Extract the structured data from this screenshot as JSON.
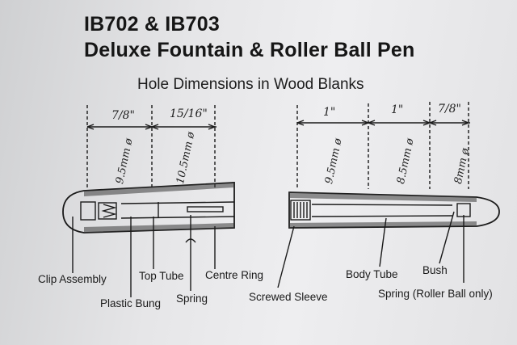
{
  "header": {
    "title_line1": "IB702 & IB703",
    "title_line2": "Deluxe Fountain & Roller Ball Pen",
    "subtitle": "Hole Dimensions in Wood Blanks"
  },
  "left_pen": {
    "dims": [
      "7/8\"",
      "15/16\""
    ],
    "holes": [
      "9.5mm ø",
      "10.5mm ø"
    ],
    "parts": {
      "clip_assembly": "Clip Assembly",
      "plastic_bung": "Plastic Bung",
      "top_tube": "Top Tube",
      "spring": "Spring",
      "centre_ring": "Centre Ring"
    }
  },
  "right_pen": {
    "dims": [
      "1\"",
      "1\"",
      "7/8\""
    ],
    "holes": [
      "9.5mm ø",
      "8.5mm ø",
      "8mm ø"
    ],
    "parts": {
      "screwed_sleeve": "Screwed Sleeve",
      "body_tube": "Body Tube",
      "bush": "Bush",
      "spring_roller": "Spring (Roller Ball only)"
    }
  },
  "colors": {
    "paper": "#e8e8ea",
    "ink": "#1a1a1a"
  }
}
